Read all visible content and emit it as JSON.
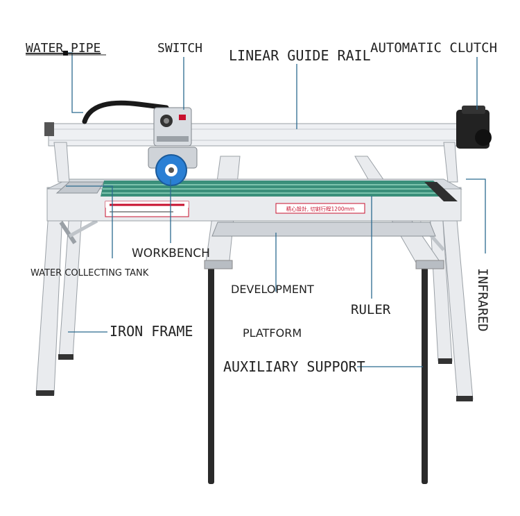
{
  "labels": {
    "water_pipe": "WATER PIPE",
    "switch": "SWITCH",
    "linear_guide_rail": "LINEAR GUIDE RAIL",
    "automatic_clutch": "AUTOMATIC CLUTCH",
    "workbench": "WORKBENCH",
    "water_collecting_tank": "WATER COLLECTING TANK",
    "development": "DEVELOPMENT",
    "ruler": "RULER",
    "infrared": "INFRARED",
    "iron_frame": "IRON FRAME",
    "platform": "PLATFORM",
    "auxiliary_support": "AUXILIARY SUPPORT"
  },
  "sticker_right_text": "精心設計, 切割行程1200mm",
  "colors": {
    "leader_line": "#2b6a8f",
    "blade": "#2a7fd4",
    "workbench_green": "#3a8f7a",
    "sticker_red": "#c8102e"
  }
}
